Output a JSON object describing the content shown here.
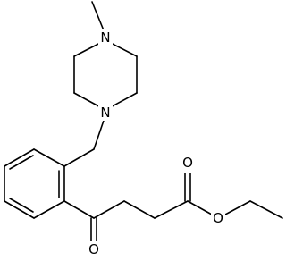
{
  "molecule": {
    "atom_labels": {
      "piperazine_n_top": "N",
      "piperazine_n_bottom": "N",
      "ketone_o": "O",
      "ester_carbonyl_o": "O",
      "ester_ether_o": "O"
    }
  },
  "colors": {
    "bond": "#000000",
    "background": "#ffffff",
    "text": "#000000"
  }
}
